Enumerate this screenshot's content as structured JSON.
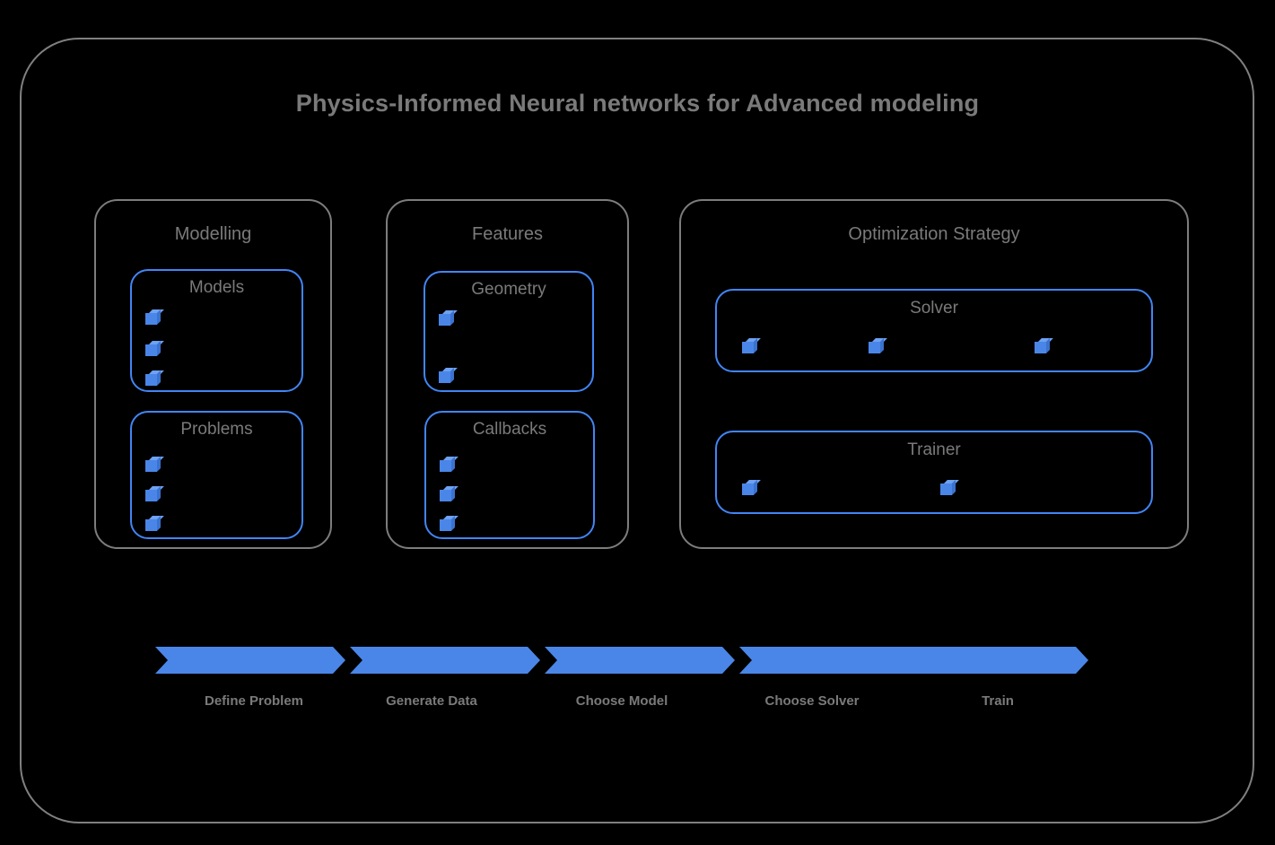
{
  "title": "Physics-Informed Neural networks for Advanced modeling",
  "colors": {
    "background": "#000000",
    "frame_border": "#808080",
    "group_border": "#7d7d7d",
    "sub_border": "#4285f4",
    "accent_blue": "#4a86e8",
    "text_gray": "#7a7a7a"
  },
  "groups": [
    {
      "label": "Modelling",
      "subgroups": [
        {
          "label": "Models",
          "item_count": 3
        },
        {
          "label": "Problems",
          "item_count": 3
        }
      ]
    },
    {
      "label": "Features",
      "subgroups": [
        {
          "label": "Geometry",
          "item_count": 2
        },
        {
          "label": "Callbacks",
          "item_count": 3
        }
      ]
    },
    {
      "label": "Optimization Strategy",
      "subgroups": [
        {
          "label": "Solver",
          "item_count": 3
        },
        {
          "label": "Trainer",
          "item_count": 2
        }
      ]
    }
  ],
  "pipeline": {
    "steps": [
      {
        "label": "Define Problem"
      },
      {
        "label": "Generate Data"
      },
      {
        "label": "Choose Model"
      },
      {
        "label": "Choose Solver"
      },
      {
        "label": "Train"
      }
    ]
  },
  "icon_name": "cube-icon"
}
